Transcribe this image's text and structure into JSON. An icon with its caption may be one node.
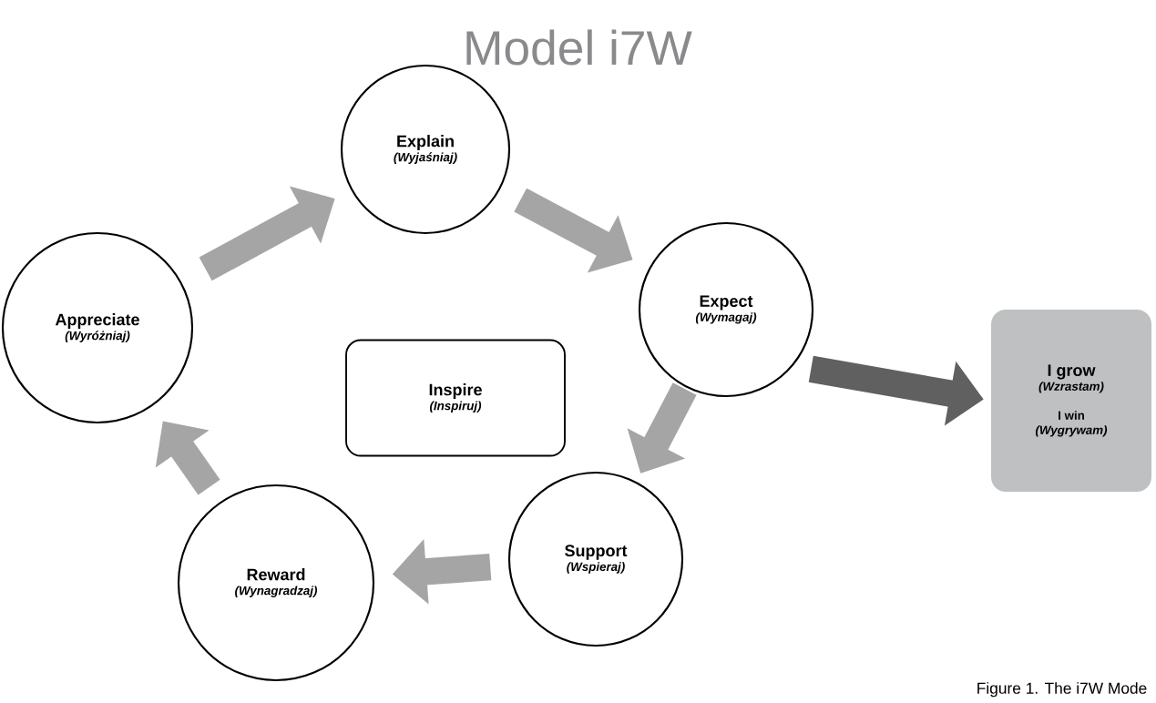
{
  "diagram": {
    "title": "Model i7W",
    "caption": "Figure 1. The i7W Mode",
    "nodes": [
      {
        "text": [
          "Explain",
          "(Wyjaśniaj)"
        ]
      },
      {
        "text": [
          "Appreciate",
          "(Wyróżniaj)"
        ]
      },
      {
        "text": [
          "Expect",
          "(Wymagaj)"
        ]
      },
      {
        "text": [
          "Inspire",
          "(Inspiruj)"
        ]
      },
      {
        "text": [
          "I grow",
          "(Wzrastam)",
          "I win",
          "(Wygrywam)"
        ]
      },
      {
        "text": [
          "Reward",
          "(Wynagradzaj)"
        ]
      },
      {
        "text": [
          "Support",
          "(Wspieraj)"
        ]
      }
    ],
    "edges": [
      {
        "from": 1,
        "to": 0,
        "arrow": "to"
      },
      {
        "from": 0,
        "to": 2,
        "arrow": "to"
      },
      {
        "from": 2,
        "to": 6,
        "arrow": "to"
      },
      {
        "from": 6,
        "to": 5,
        "arrow": "to"
      },
      {
        "from": 5,
        "to": 1,
        "arrow": "to"
      },
      {
        "from": 2,
        "to": 4,
        "arrow": "to",
        "color": "#606060"
      }
    ]
  }
}
